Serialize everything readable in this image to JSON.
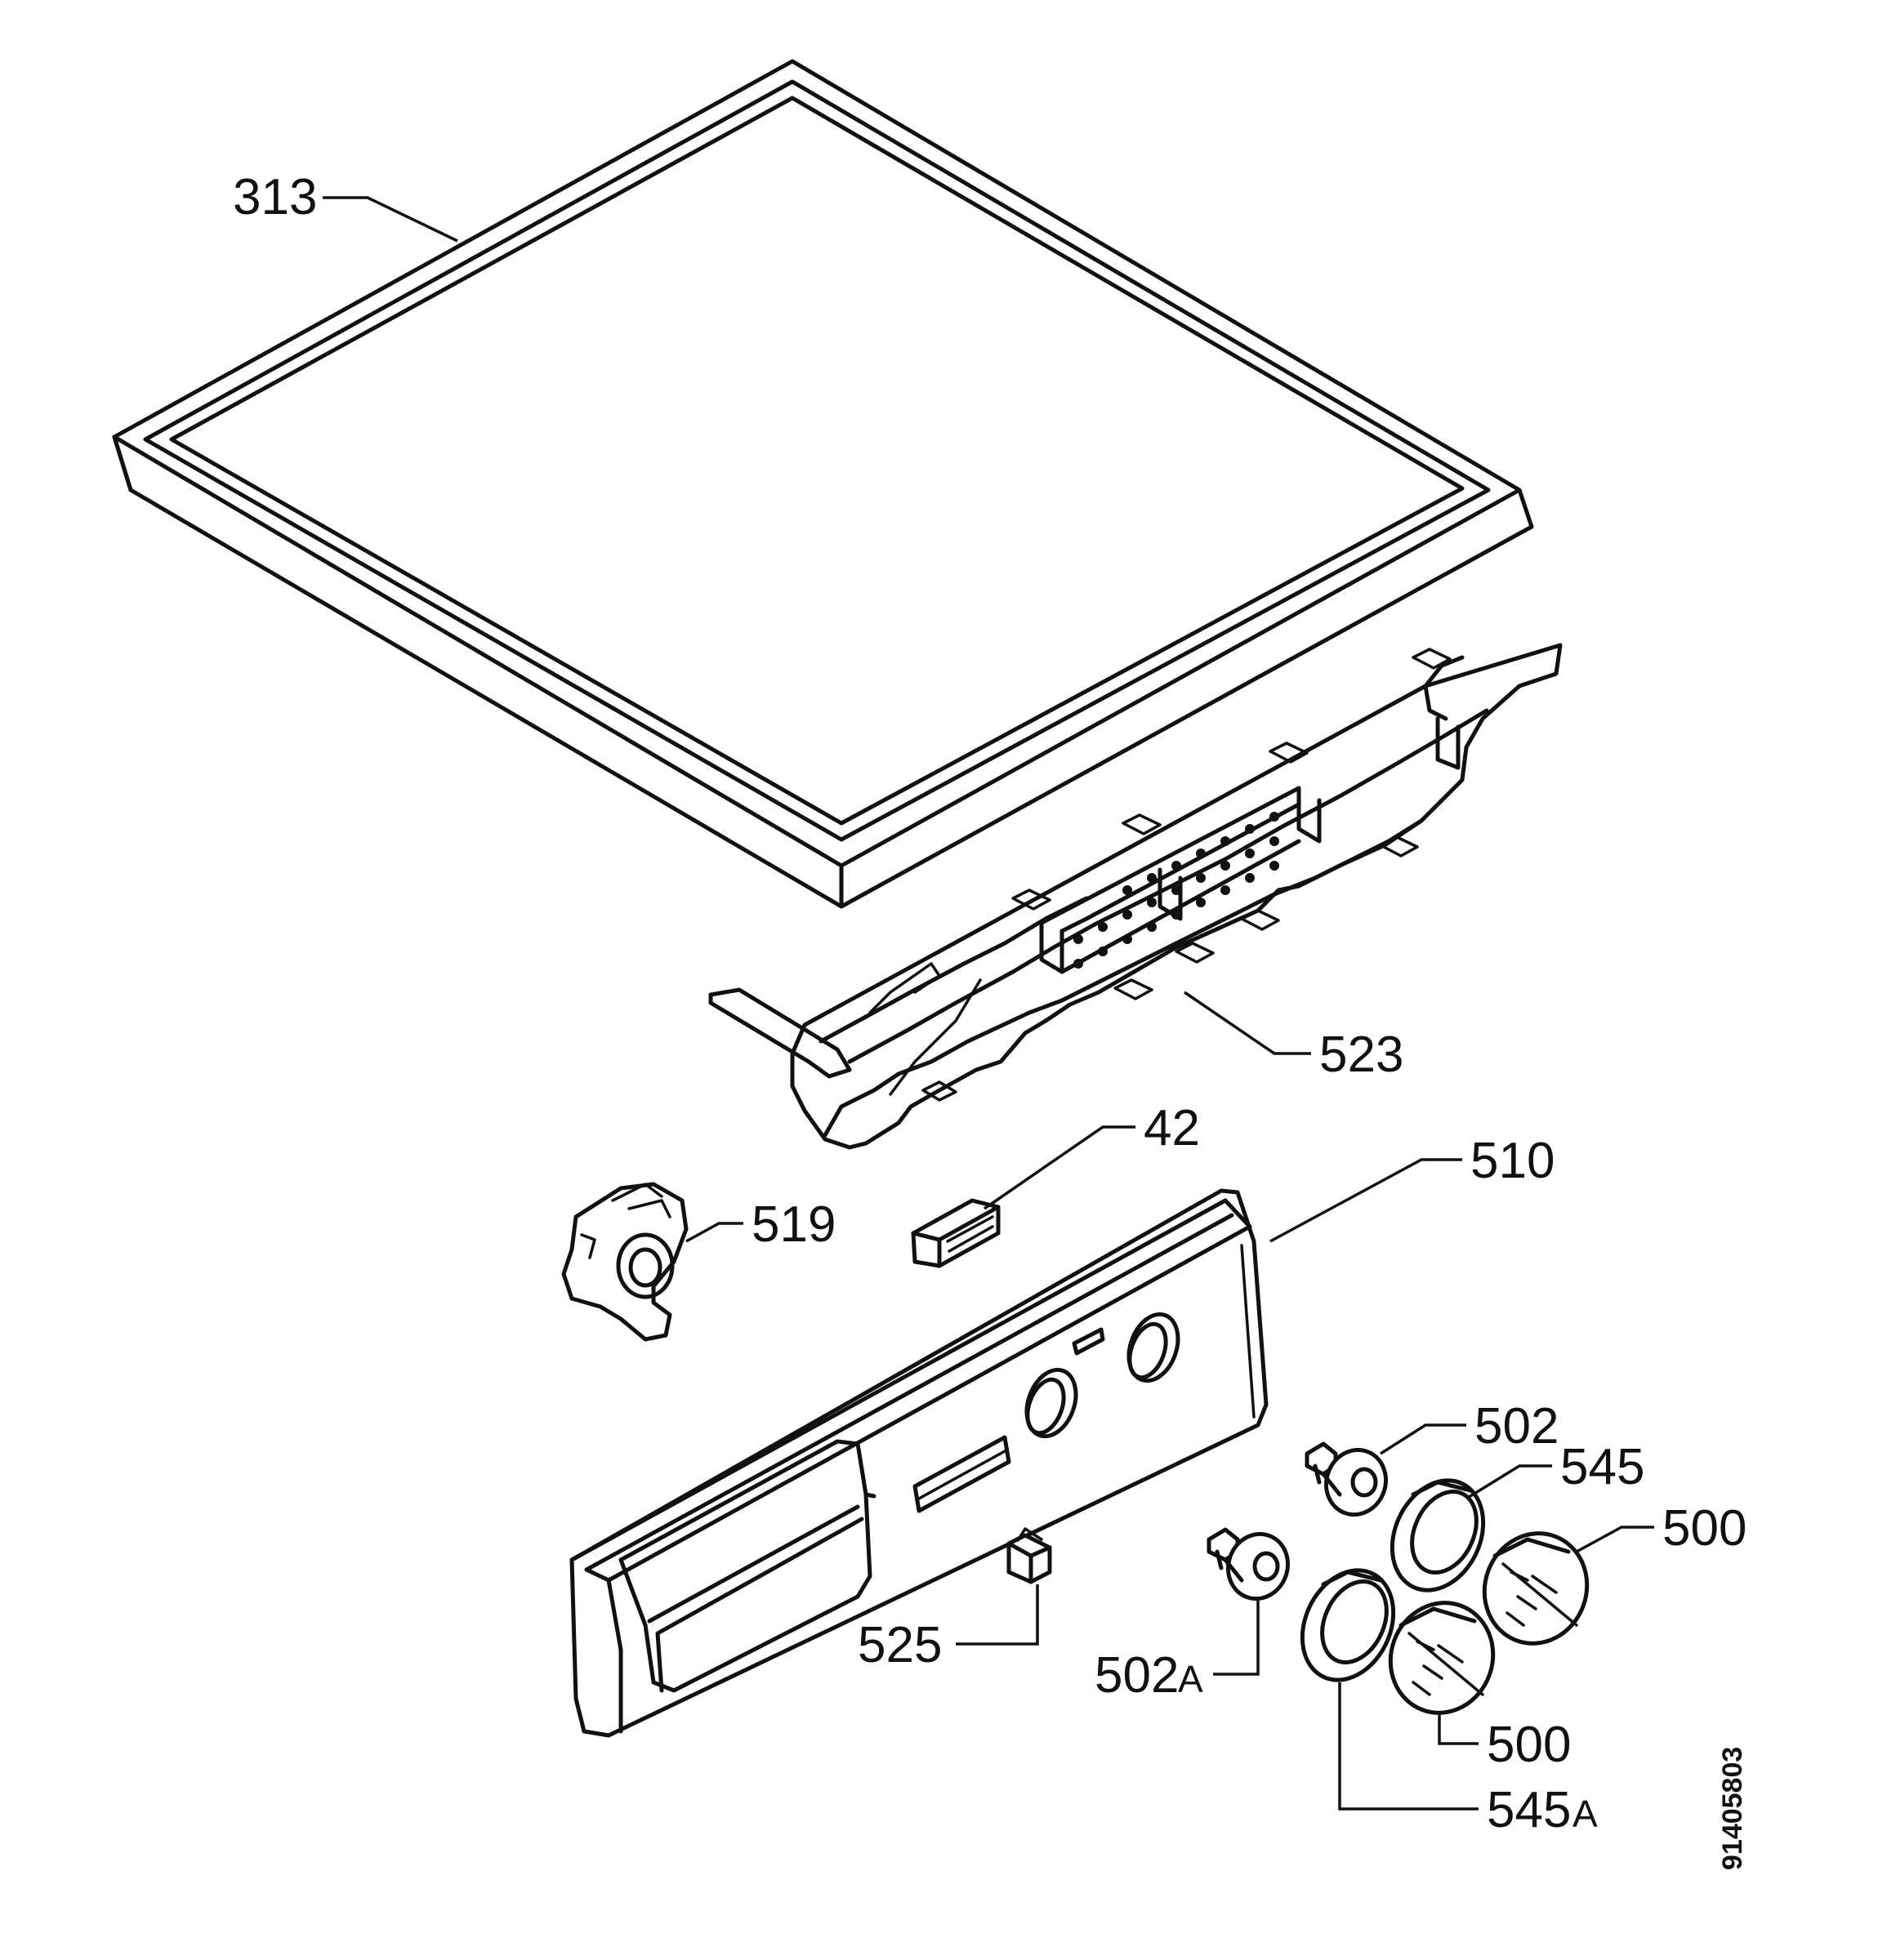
{
  "labels": {
    "l313": "313",
    "l523": "523",
    "l42": "42",
    "l510": "510",
    "l519": "519",
    "l502": "502",
    "l545": "545",
    "l500a": "500",
    "l525": "525",
    "l502A": "502",
    "l502A_suffix": "A",
    "l500b": "500",
    "l545A": "545",
    "l545A_suffix": "A"
  },
  "document_number": "91405803"
}
